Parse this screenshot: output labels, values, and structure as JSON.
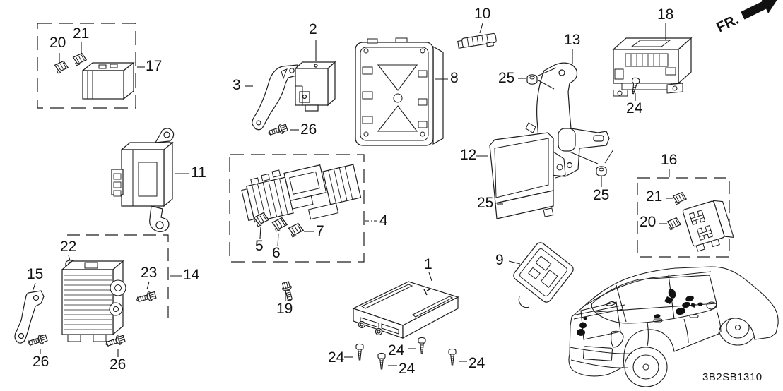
{
  "diagram": {
    "code": "3B2SB1310",
    "direction_label": "FR.",
    "line_color": "#1d1d1d",
    "background_color": "#ffffff"
  },
  "callouts": {
    "1": "1",
    "2": "2",
    "3": "3",
    "4": "4",
    "5": "5",
    "6": "6",
    "7": "7",
    "8": "8",
    "9": "9",
    "10": "10",
    "11": "11",
    "12": "12",
    "13": "13",
    "14": "14",
    "15": "15",
    "16": "16",
    "17": "17",
    "18": "18",
    "19": "19",
    "20": "20",
    "21": "21",
    "22": "22",
    "23": "23",
    "24": "24",
    "25": "25",
    "26": "26"
  }
}
